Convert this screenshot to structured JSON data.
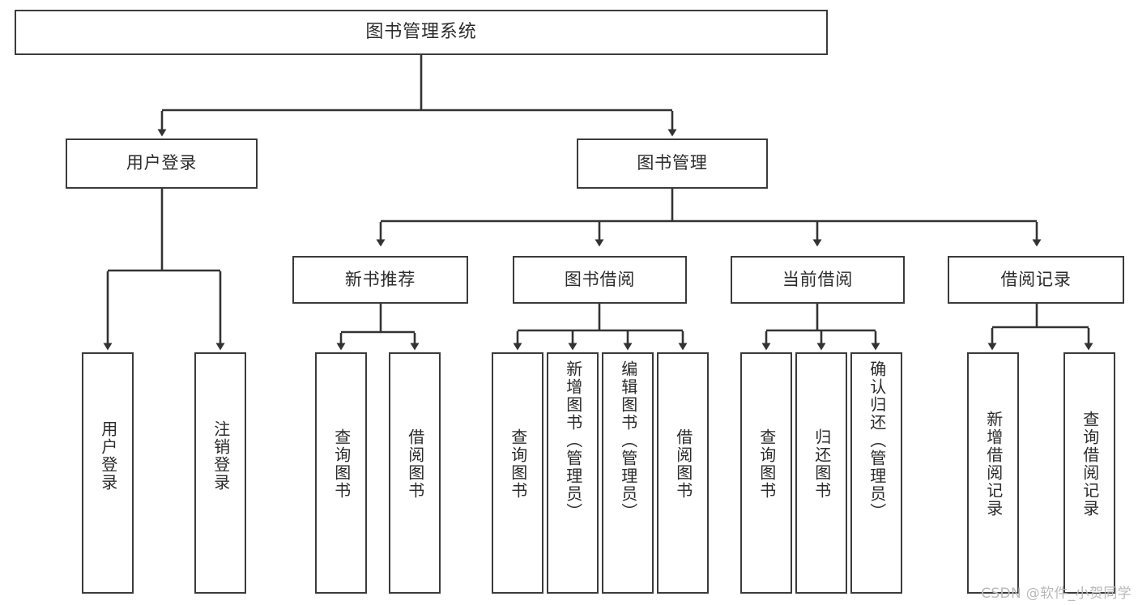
{
  "diagram": {
    "type": "tree-hierarchy",
    "title": "图书管理系统",
    "watermark": "CSDN @软件_小贺同学",
    "colors": {
      "box_stroke": "#3b3b3b",
      "box_fill": "#ffffff",
      "edge": "#333333",
      "text": "#2b2b2b",
      "watermark": "#b9b9b9",
      "background": "#ffffff"
    },
    "levels": {
      "root": "图书管理系统",
      "level2": [
        "用户登录",
        "图书管理"
      ],
      "level3": [
        "新书推荐",
        "图书借阅",
        "当前借阅",
        "借阅记录"
      ]
    },
    "nodes": {
      "root": {
        "label": "图书管理系统"
      },
      "user_login": {
        "label": "用户登录"
      },
      "book_mgmt": {
        "label": "图书管理"
      },
      "new_book_rec": {
        "label": "新书推荐"
      },
      "book_borrow": {
        "label": "图书借阅"
      },
      "current_borrow": {
        "label": "当前借阅"
      },
      "borrow_record": {
        "label": "借阅记录"
      },
      "leaf_user_login": {
        "label": "用户登录"
      },
      "leaf_logout": {
        "label": "注销登录"
      },
      "leaf_query_book_1": {
        "label": "查询图书"
      },
      "leaf_borrow_book_1": {
        "label": "借阅图书"
      },
      "leaf_query_book_2": {
        "label": "查询图书"
      },
      "leaf_add_book": {
        "label": "新增图书（管理员）"
      },
      "leaf_edit_book": {
        "label": "编辑图书（管理员）"
      },
      "leaf_borrow_book_2": {
        "label": "借阅图书"
      },
      "leaf_query_book_3": {
        "label": "查询图书"
      },
      "leaf_return_book": {
        "label": "归还图书"
      },
      "leaf_confirm_return": {
        "label": "确认归还（管理员）"
      },
      "leaf_add_record": {
        "label": "新增借阅记录"
      },
      "leaf_query_record": {
        "label": "查询借阅记录"
      }
    },
    "edges": [
      {
        "from": "root",
        "to": "user_login"
      },
      {
        "from": "root",
        "to": "book_mgmt"
      },
      {
        "from": "user_login",
        "to": "leaf_user_login"
      },
      {
        "from": "user_login",
        "to": "leaf_logout"
      },
      {
        "from": "book_mgmt",
        "to": "new_book_rec"
      },
      {
        "from": "book_mgmt",
        "to": "book_borrow"
      },
      {
        "from": "book_mgmt",
        "to": "current_borrow"
      },
      {
        "from": "book_mgmt",
        "to": "borrow_record"
      },
      {
        "from": "new_book_rec",
        "to": "leaf_query_book_1"
      },
      {
        "from": "new_book_rec",
        "to": "leaf_borrow_book_1"
      },
      {
        "from": "book_borrow",
        "to": "leaf_query_book_2"
      },
      {
        "from": "book_borrow",
        "to": "leaf_add_book"
      },
      {
        "from": "book_borrow",
        "to": "leaf_edit_book"
      },
      {
        "from": "book_borrow",
        "to": "leaf_borrow_book_2"
      },
      {
        "from": "current_borrow",
        "to": "leaf_query_book_3"
      },
      {
        "from": "current_borrow",
        "to": "leaf_return_book"
      },
      {
        "from": "current_borrow",
        "to": "leaf_confirm_return"
      },
      {
        "from": "borrow_record",
        "to": "leaf_add_record"
      },
      {
        "from": "borrow_record",
        "to": "leaf_query_record"
      }
    ]
  }
}
